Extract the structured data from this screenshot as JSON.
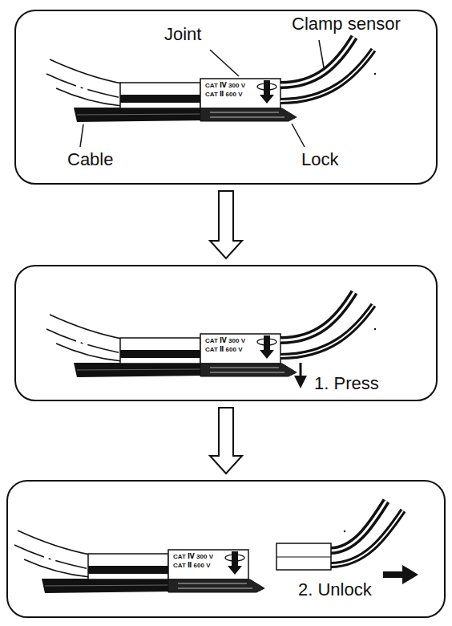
{
  "diagram": {
    "nodes": [
      {
        "text": [
          "Joint",
          "Clamp sensor",
          "Cable",
          "Lock"
        ]
      },
      {
        "text": [
          "1. Press"
        ]
      },
      {
        "text": [
          "2. Unlock"
        ]
      }
    ],
    "edges": [
      {
        "from": 0,
        "to": 1,
        "arrow": "to"
      },
      {
        "from": 1,
        "to": 2,
        "arrow": "to"
      }
    ],
    "labels": [
      "CAT Ⅳ 300 V",
      "CAT Ⅱ 600 V",
      "CAT Ⅳ 300 V",
      "CAT Ⅱ 600 V",
      "CAT Ⅳ 300 V",
      "CAT Ⅱ 600 V"
    ]
  }
}
